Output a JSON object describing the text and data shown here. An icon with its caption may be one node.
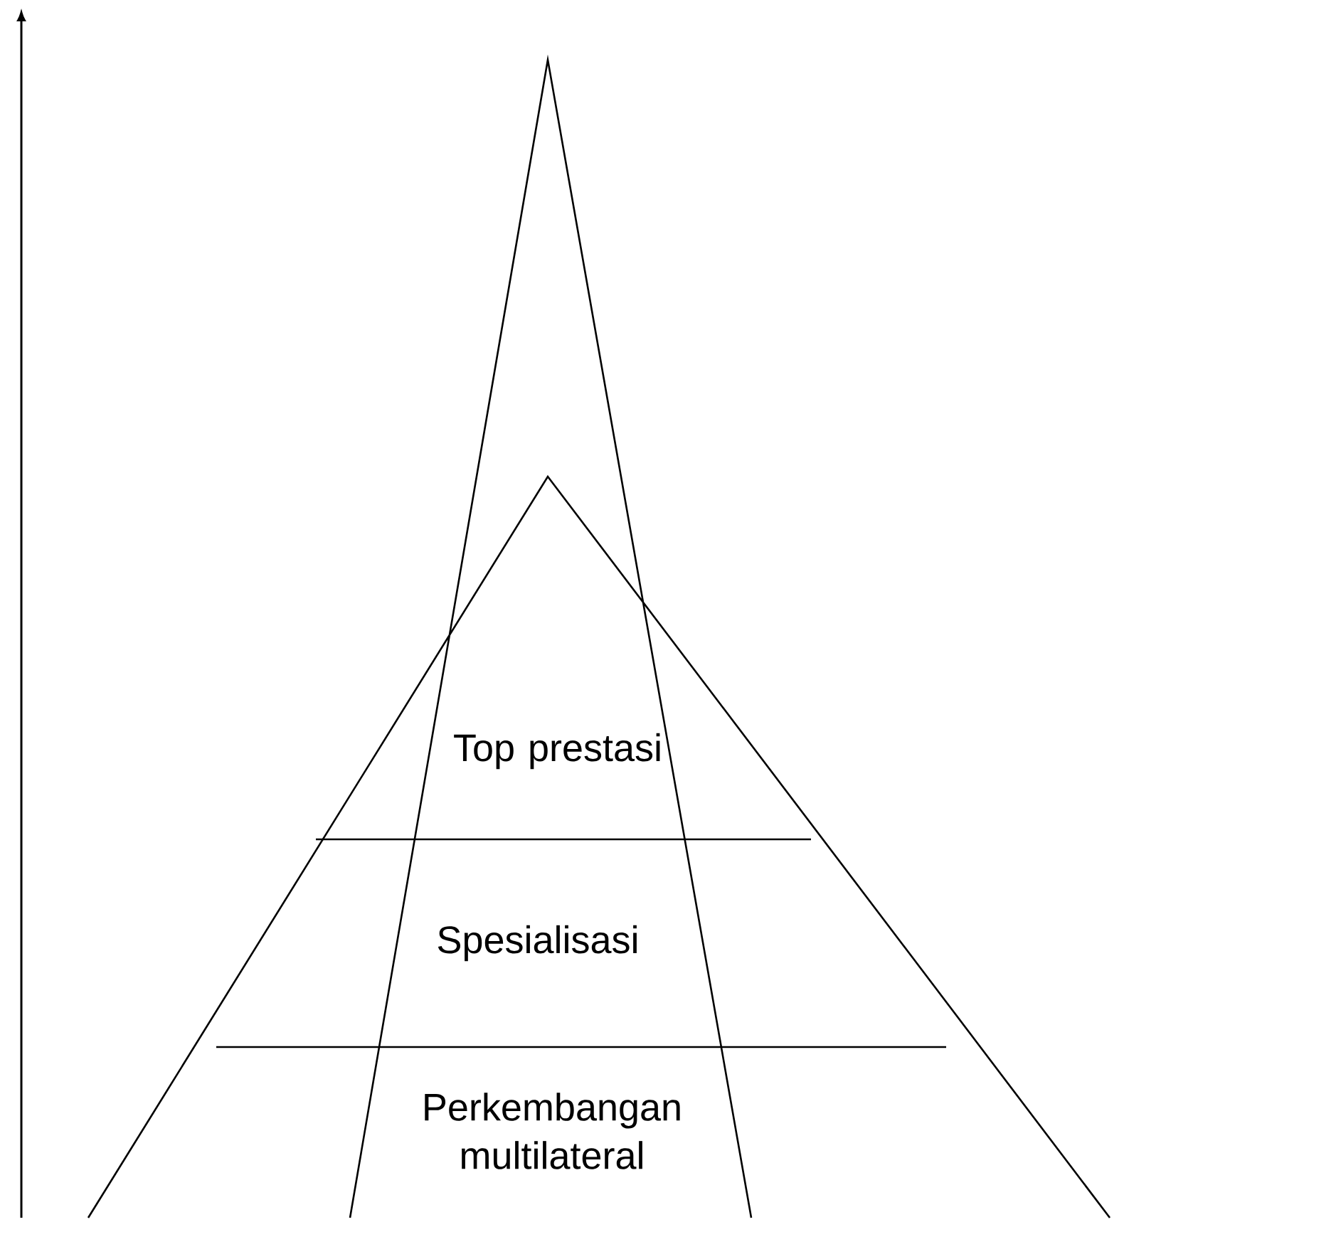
{
  "diagram": {
    "labels": [
      "Top prestasi",
      "Spesialisasi",
      "Perkembangan multilateral"
    ]
  }
}
